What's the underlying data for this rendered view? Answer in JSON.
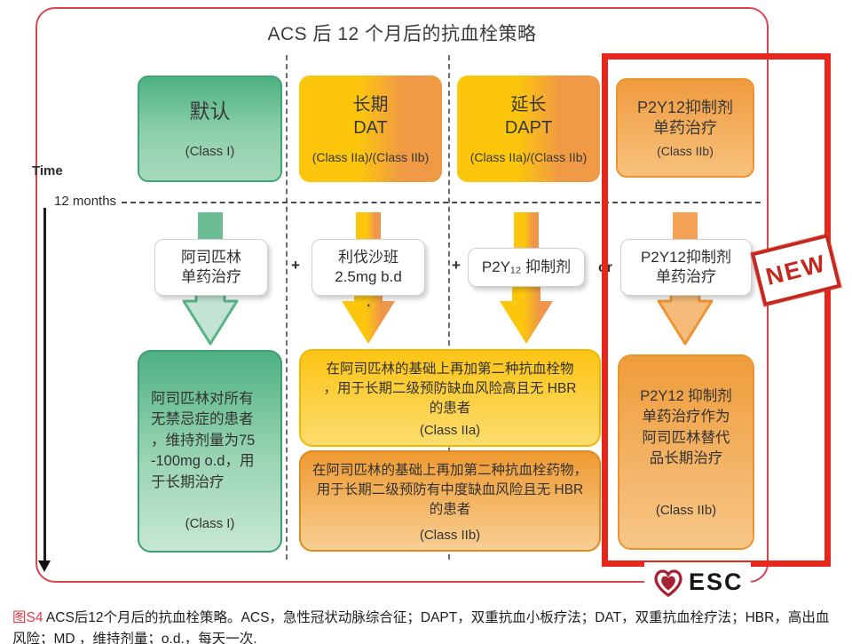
{
  "title": "ACS 后 12 个月后的抗血栓策略",
  "time": {
    "label": "Time",
    "milestone": "12 months"
  },
  "headers": {
    "col1": {
      "title": "默认",
      "class_label": "(Class I)"
    },
    "col2": {
      "title": "长期\nDAT",
      "class_label": "(Class IIa)/(Class IIb)"
    },
    "col3": {
      "title": "延长\nDAPT",
      "class_label": "(Class IIa)/(Class IIb)"
    },
    "col4": {
      "title": "P2Y12抑制剂\n单药治疗",
      "class_label": "(Class IIb)"
    }
  },
  "mid_row": {
    "aspirin_box": "阿司匹林\n单药治疗",
    "plus1": "+",
    "rivaroxaban_box": "利伐沙班\n2.5mg b.d",
    "rivaroxaban_dot": ".",
    "plus2": "+",
    "p2y12_box": "P2Y₁₂ 抑制剂",
    "or_label": "or",
    "p2y12_mono_box": "P2Y12抑制剂\n单药治疗",
    "new_badge": "NEW"
  },
  "bottom_row": {
    "aspirin": {
      "text": "阿司匹林对所有\n无禁忌症的患者\n，维持剂量为75\n-100mg o.d，用\n于长期治疗",
      "class_label": "(Class I)"
    },
    "dat_iia": {
      "text": "在阿司匹林的基础上再加第二种抗血栓物\n，用于长期二级预防缺血风险高且无 HBR\n的患者",
      "class_label": "(Class IIa)"
    },
    "dat_iib": {
      "text": "在阿司匹林的基础上再加第二种抗血栓药物，\n用于长期二级预防有中度缺血风险且无 HBR\n的患者",
      "class_label": "(Class IIb)"
    },
    "p2y12": {
      "text": "P2Y12 抑制剂\n单药治疗作为\n阿司匹林替代\n品长期治疗",
      "class_label": "(Class IIb)"
    }
  },
  "footer": {
    "esc_label": "ESC"
  },
  "caption": {
    "prefix": "图S4",
    "text": " ACS后12个月后的抗血栓策略。ACS，急性冠状动脉综合征；DAPT，双重抗血小板疗法；DAT，双重抗血栓疗法；HBR，高出血风险；MD ，维持剂量；o.d.，每天一次."
  },
  "colors": {
    "green": "#4fb183",
    "yellow": "#fcc415",
    "orange": "#ef9a31",
    "highlight_red": "#e8271c",
    "frame_red": "#d9454f",
    "new_badge_red": "#c4281e",
    "esc_red": "#a62232",
    "caption_red": "#e73848"
  }
}
